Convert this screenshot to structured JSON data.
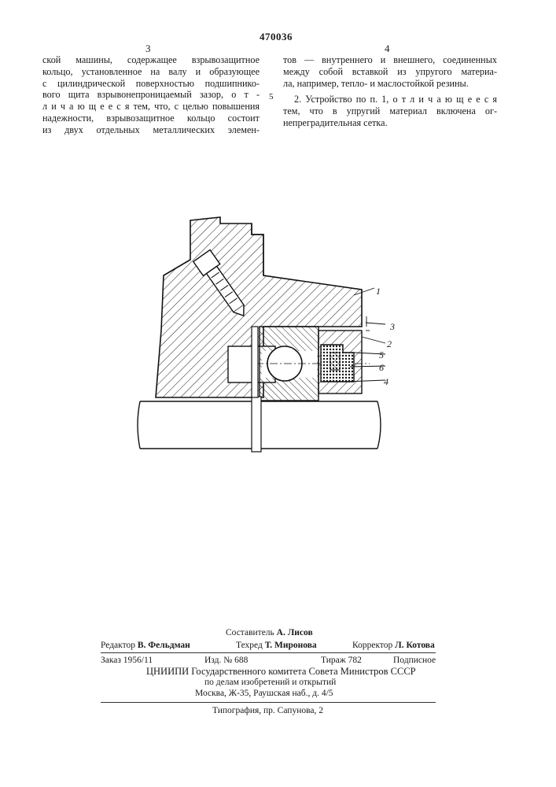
{
  "patent_number": "470036",
  "left_column": {
    "number": "3",
    "lines": [
      "ской машины, содержащее взрывозащитное",
      "кольцо, установленное на валу и образующее",
      "с цилиндрической поверхностью подшипнико-",
      "вого щита взрывонепроницаемый зазор, о т -",
      "л и ч а ю щ е е с я тем, что, с целью повышения",
      "надежности, взрывозащитное кольцо состоит",
      "из двух отдельных металлических элемен-"
    ]
  },
  "right_column": {
    "number": "4",
    "lines": [
      "тов — внутреннего и внешнего, соединенных",
      "между собой вставкой из упругого материа-",
      "ла, например, тепло- и маслостойкой резины."
    ],
    "claim2_lines": [
      "2. Устройство по п. 1, о т л и ч а ю щ е е с я",
      "тем, что в упругий материал включена ог-",
      "непреградительная сетка."
    ]
  },
  "line_number_marker": "5",
  "drawing_labels": [
    "1",
    "3",
    "2",
    "5",
    "6",
    "4"
  ],
  "footer": {
    "compiler_label": "Составитель",
    "compiler_name": "А. Лисов",
    "editor_label": "Редактор",
    "editor_name": "В. Фельдман",
    "techred_label": "Техред",
    "techred_name": "Т. Миронова",
    "corrector_label": "Корректор",
    "corrector_name": "Л. Котова",
    "order": "Заказ 1956/11",
    "edition": "Изд. № 688",
    "print_run": "Тираж 782",
    "subscription": "Подписное",
    "org_line1": "ЦНИИПИ Государственного комитета Совета Министров СССР",
    "org_line2": "по делам изобретений и открытий",
    "org_line3": "Москва, Ж-35, Раушская наб., д. 4/5",
    "printer": "Типография, пр. Сапунова, 2"
  }
}
